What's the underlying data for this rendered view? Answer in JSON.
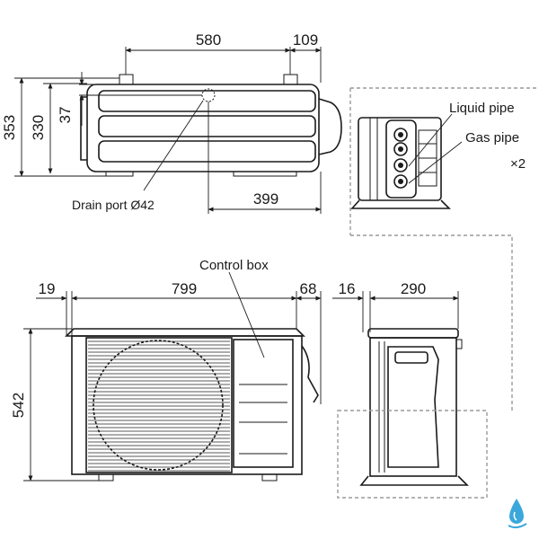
{
  "dimensions": {
    "top_width": "580",
    "top_offset": "109",
    "top_height_total": "353",
    "top_height_body": "330",
    "top_port_height": "37",
    "drain_port": "Drain port  Ø42",
    "drain_offset": "399",
    "front_left": "19",
    "front_width": "799",
    "front_right": "68",
    "front_height": "542",
    "side_left": "16",
    "side_depth": "290"
  },
  "labels": {
    "liquid_pipe": "Liquid pipe",
    "gas_pipe": "Gas pipe",
    "multiplier": "×2",
    "control_box": "Control box"
  },
  "colors": {
    "line": "#1a1a1a",
    "dashed": "#9a9a9a",
    "brand_drop": "#3aa8dc"
  }
}
